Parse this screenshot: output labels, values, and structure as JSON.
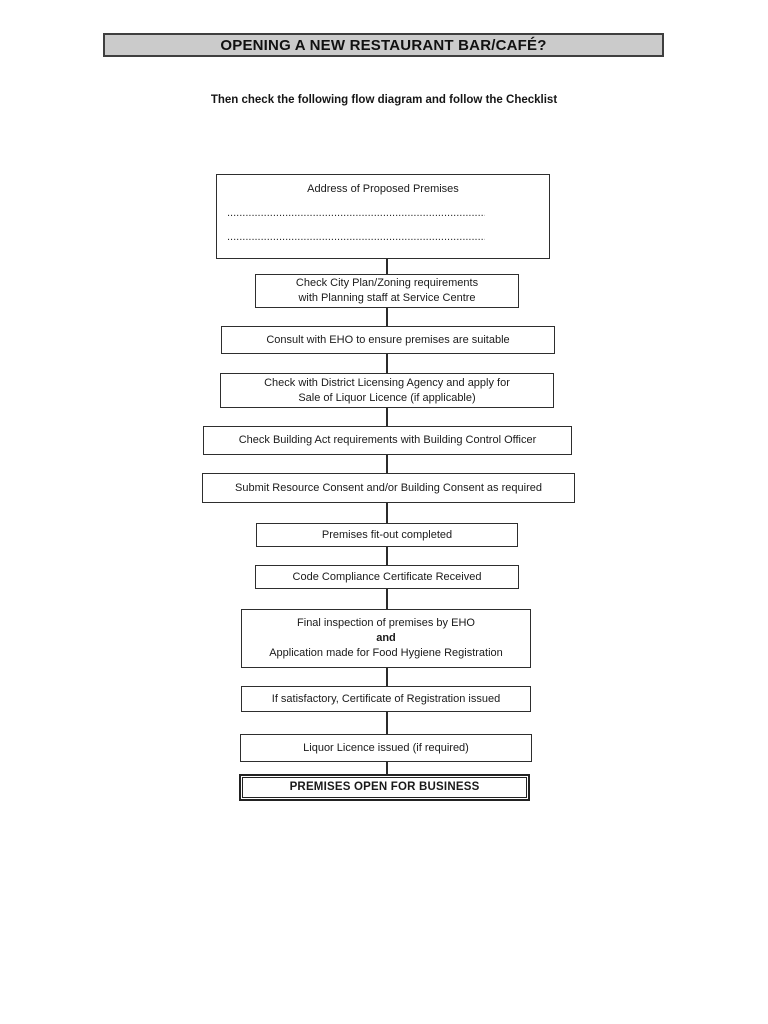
{
  "page": {
    "title": "OPENING A NEW RESTAURANT BAR/CAFÉ?",
    "subtitle": "Then check the following flow diagram and follow the Checklist"
  },
  "colors": {
    "title_bar_bg": "#cbcbcb",
    "box_border": "#2e2e2e",
    "text": "#1a1a1a",
    "page_bg": "#ffffff"
  },
  "flow": {
    "steps": [
      {
        "id": "address",
        "line1": "Address of Proposed Premises",
        "dotted1": "........................................................................................",
        "dotted2": "........................................................................................"
      },
      {
        "id": "zoning",
        "line1": "Check City Plan/Zoning requirements",
        "line2": "with Planning staff at Service Centre"
      },
      {
        "id": "eho-consult",
        "line1": "Consult with EHO to ensure premises are suitable"
      },
      {
        "id": "liquor-application",
        "line1": "Check with District Licensing Agency and apply for",
        "line2": "Sale of Liquor Licence (if applicable)"
      },
      {
        "id": "building-act",
        "line1": "Check Building Act requirements with Building Control Officer"
      },
      {
        "id": "consents",
        "line1": "Submit Resource Consent and/or Building Consent as required"
      },
      {
        "id": "fit-out",
        "line1": "Premises fit-out completed"
      },
      {
        "id": "code-compliance",
        "line1": "Code Compliance Certificate Received"
      },
      {
        "id": "final-inspection",
        "line1": "Final inspection of premises by EHO",
        "line2": "and",
        "line3": "Application made for Food Hygiene Registration"
      },
      {
        "id": "registration-issued",
        "line1": "If satisfactory, Certificate of Registration issued"
      },
      {
        "id": "liquor-issued",
        "line1": "Liquor Licence issued (if required)"
      },
      {
        "id": "open-for-business",
        "line1": "PREMISES OPEN FOR BUSINESS"
      }
    ]
  }
}
